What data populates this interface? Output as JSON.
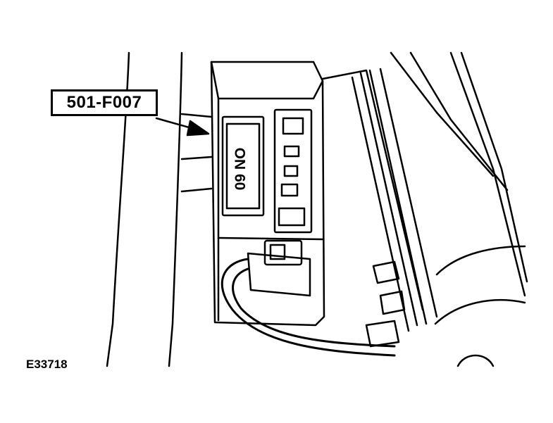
{
  "callout": {
    "part_number": "501-F007"
  },
  "figure": {
    "id": "E33718"
  },
  "module": {
    "marking": "ON 60"
  },
  "colors": {
    "ink": "#000000",
    "paper": "#ffffff"
  }
}
